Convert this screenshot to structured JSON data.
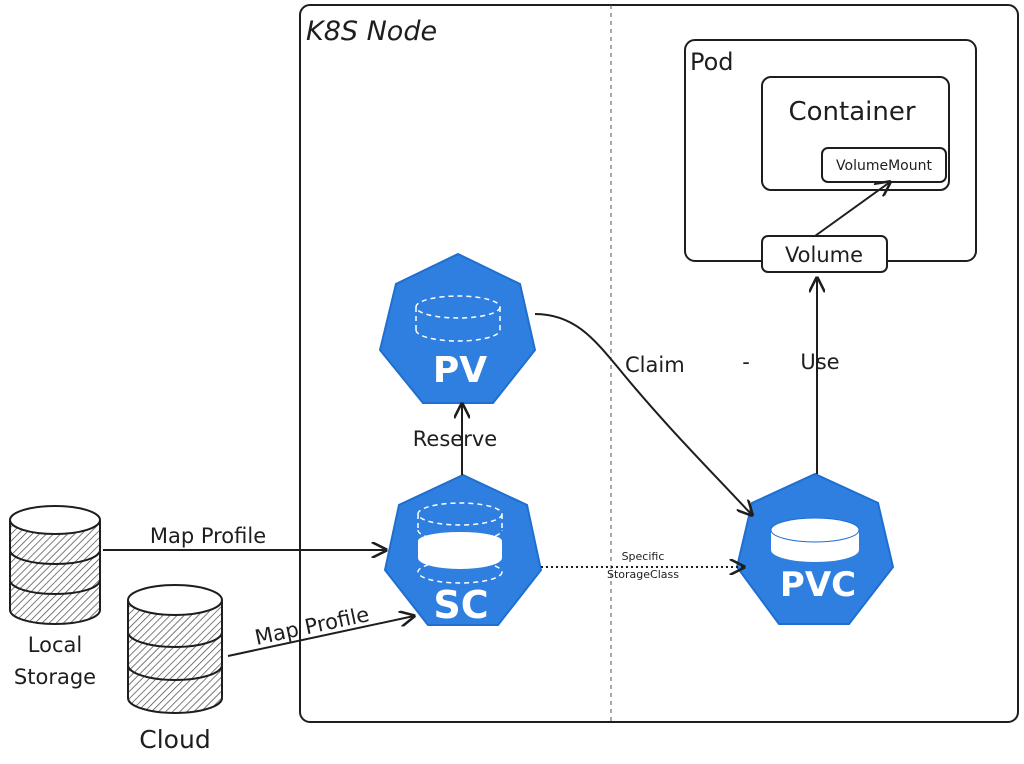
{
  "node": {
    "title": "K8S Node"
  },
  "pod": {
    "title": "Pod",
    "container": "Container",
    "volume_mount": "VolumeMount",
    "volume": "Volume"
  },
  "pv": {
    "label": "PV"
  },
  "sc": {
    "label": "SC"
  },
  "pvc": {
    "label": "PVC"
  },
  "edges": {
    "reserve": "Reserve",
    "claim": "Claim",
    "dash": "-",
    "use": "Use",
    "map_profile_local": "Map Profile",
    "map_profile_cloud": "Map Profile",
    "specific_line1": "Specific",
    "specific_line2": "StorageClass"
  },
  "storage": {
    "local_line1": "Local",
    "local_line2": "Storage",
    "cloud": "Cloud"
  },
  "colors": {
    "k8s_blue": "#2f7fe0",
    "stroke": "#1e1e1e"
  },
  "icons": [
    "database-icon",
    "pv-icon",
    "sc-icon",
    "pvc-icon"
  ]
}
